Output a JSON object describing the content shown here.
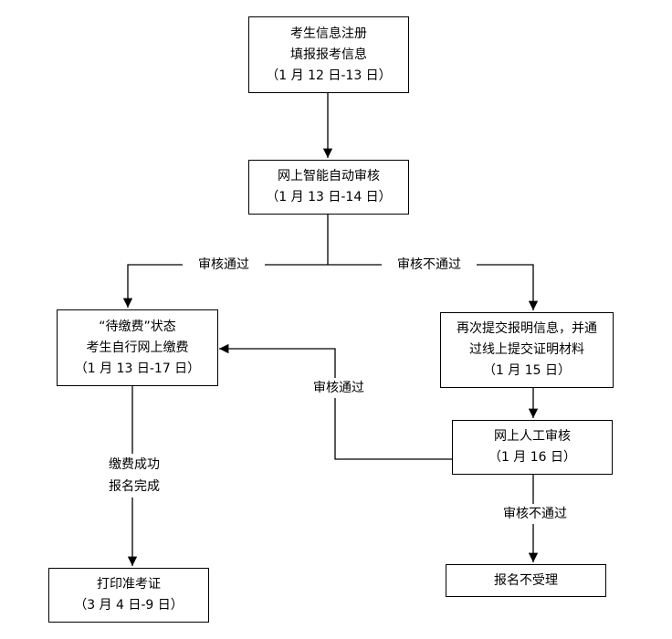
{
  "nodes": {
    "register": {
      "lines": [
        "考生信息注册",
        "填报报考信息",
        "（1 月 12 日-13 日）"
      ]
    },
    "auto_review": {
      "lines": [
        "网上智能自动审核",
        "（1 月 13 日-14 日）"
      ]
    },
    "pending_payment": {
      "lines": [
        "“待缴费”状态",
        "考生自行网上缴费",
        "（1 月 13 日-17 日）"
      ]
    },
    "resubmit": {
      "lines": [
        "再次提交报明信息，并通",
        "过线上提交证明材料",
        "（1 月 15 日）"
      ]
    },
    "manual_review": {
      "lines": [
        "网上人工审核",
        "（1 月 16 日）"
      ]
    },
    "print_ticket": {
      "lines": [
        "打印准考证",
        "（3 月 4 日-9 日）"
      ]
    },
    "rejected": {
      "lines": [
        "报名不受理"
      ]
    }
  },
  "edge_labels": {
    "auto_pass": "审核通过",
    "auto_fail": "审核不通过",
    "manual_pass": "审核通过",
    "payment_done": [
      "缴费成功",
      "报名完成"
    ],
    "manual_fail": "审核不通过"
  },
  "colors": {
    "line": "#000000",
    "background": "#ffffff"
  }
}
